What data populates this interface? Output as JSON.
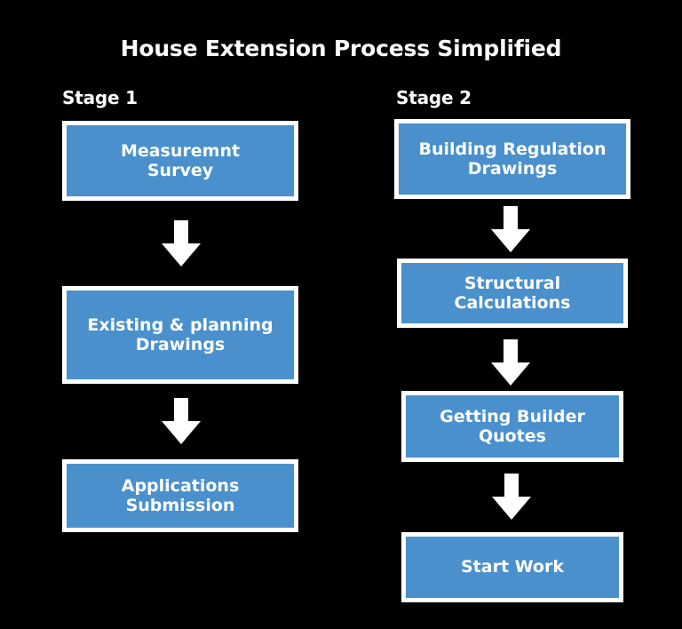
{
  "page": {
    "title": "House Extension Process Simplified",
    "background_color": "#000000",
    "box_fill_color": "#4a90cc",
    "box_border_color": "#ffffff",
    "text_color": "#ffffff",
    "arrow_color": "#ffffff"
  },
  "stages": [
    {
      "label": "Stage 1",
      "steps": [
        {
          "label": "Measuremnt\nSurvey"
        },
        {
          "label": "Existing & planning\nDrawings"
        },
        {
          "label": "Applications\nSubmission"
        }
      ]
    },
    {
      "label": "Stage 2",
      "steps": [
        {
          "label": "Building Regulation\nDrawings"
        },
        {
          "label": "Structural\nCalculations"
        },
        {
          "label": "Getting Builder\nQuotes"
        },
        {
          "label": "Start Work"
        }
      ]
    }
  ],
  "connectors": [
    {
      "from": "Measuremnt Survey",
      "to": "Existing & planning Drawings",
      "direction": "down"
    },
    {
      "from": "Existing & planning Drawings",
      "to": "Applications Submission",
      "direction": "down"
    },
    {
      "from": "Building Regulation Drawings",
      "to": "Structural Calculations",
      "direction": "down"
    },
    {
      "from": "Structural Calculations",
      "to": "Getting Builder Quotes",
      "direction": "down"
    },
    {
      "from": "Getting Builder Quotes",
      "to": "Start Work",
      "direction": "down"
    }
  ]
}
